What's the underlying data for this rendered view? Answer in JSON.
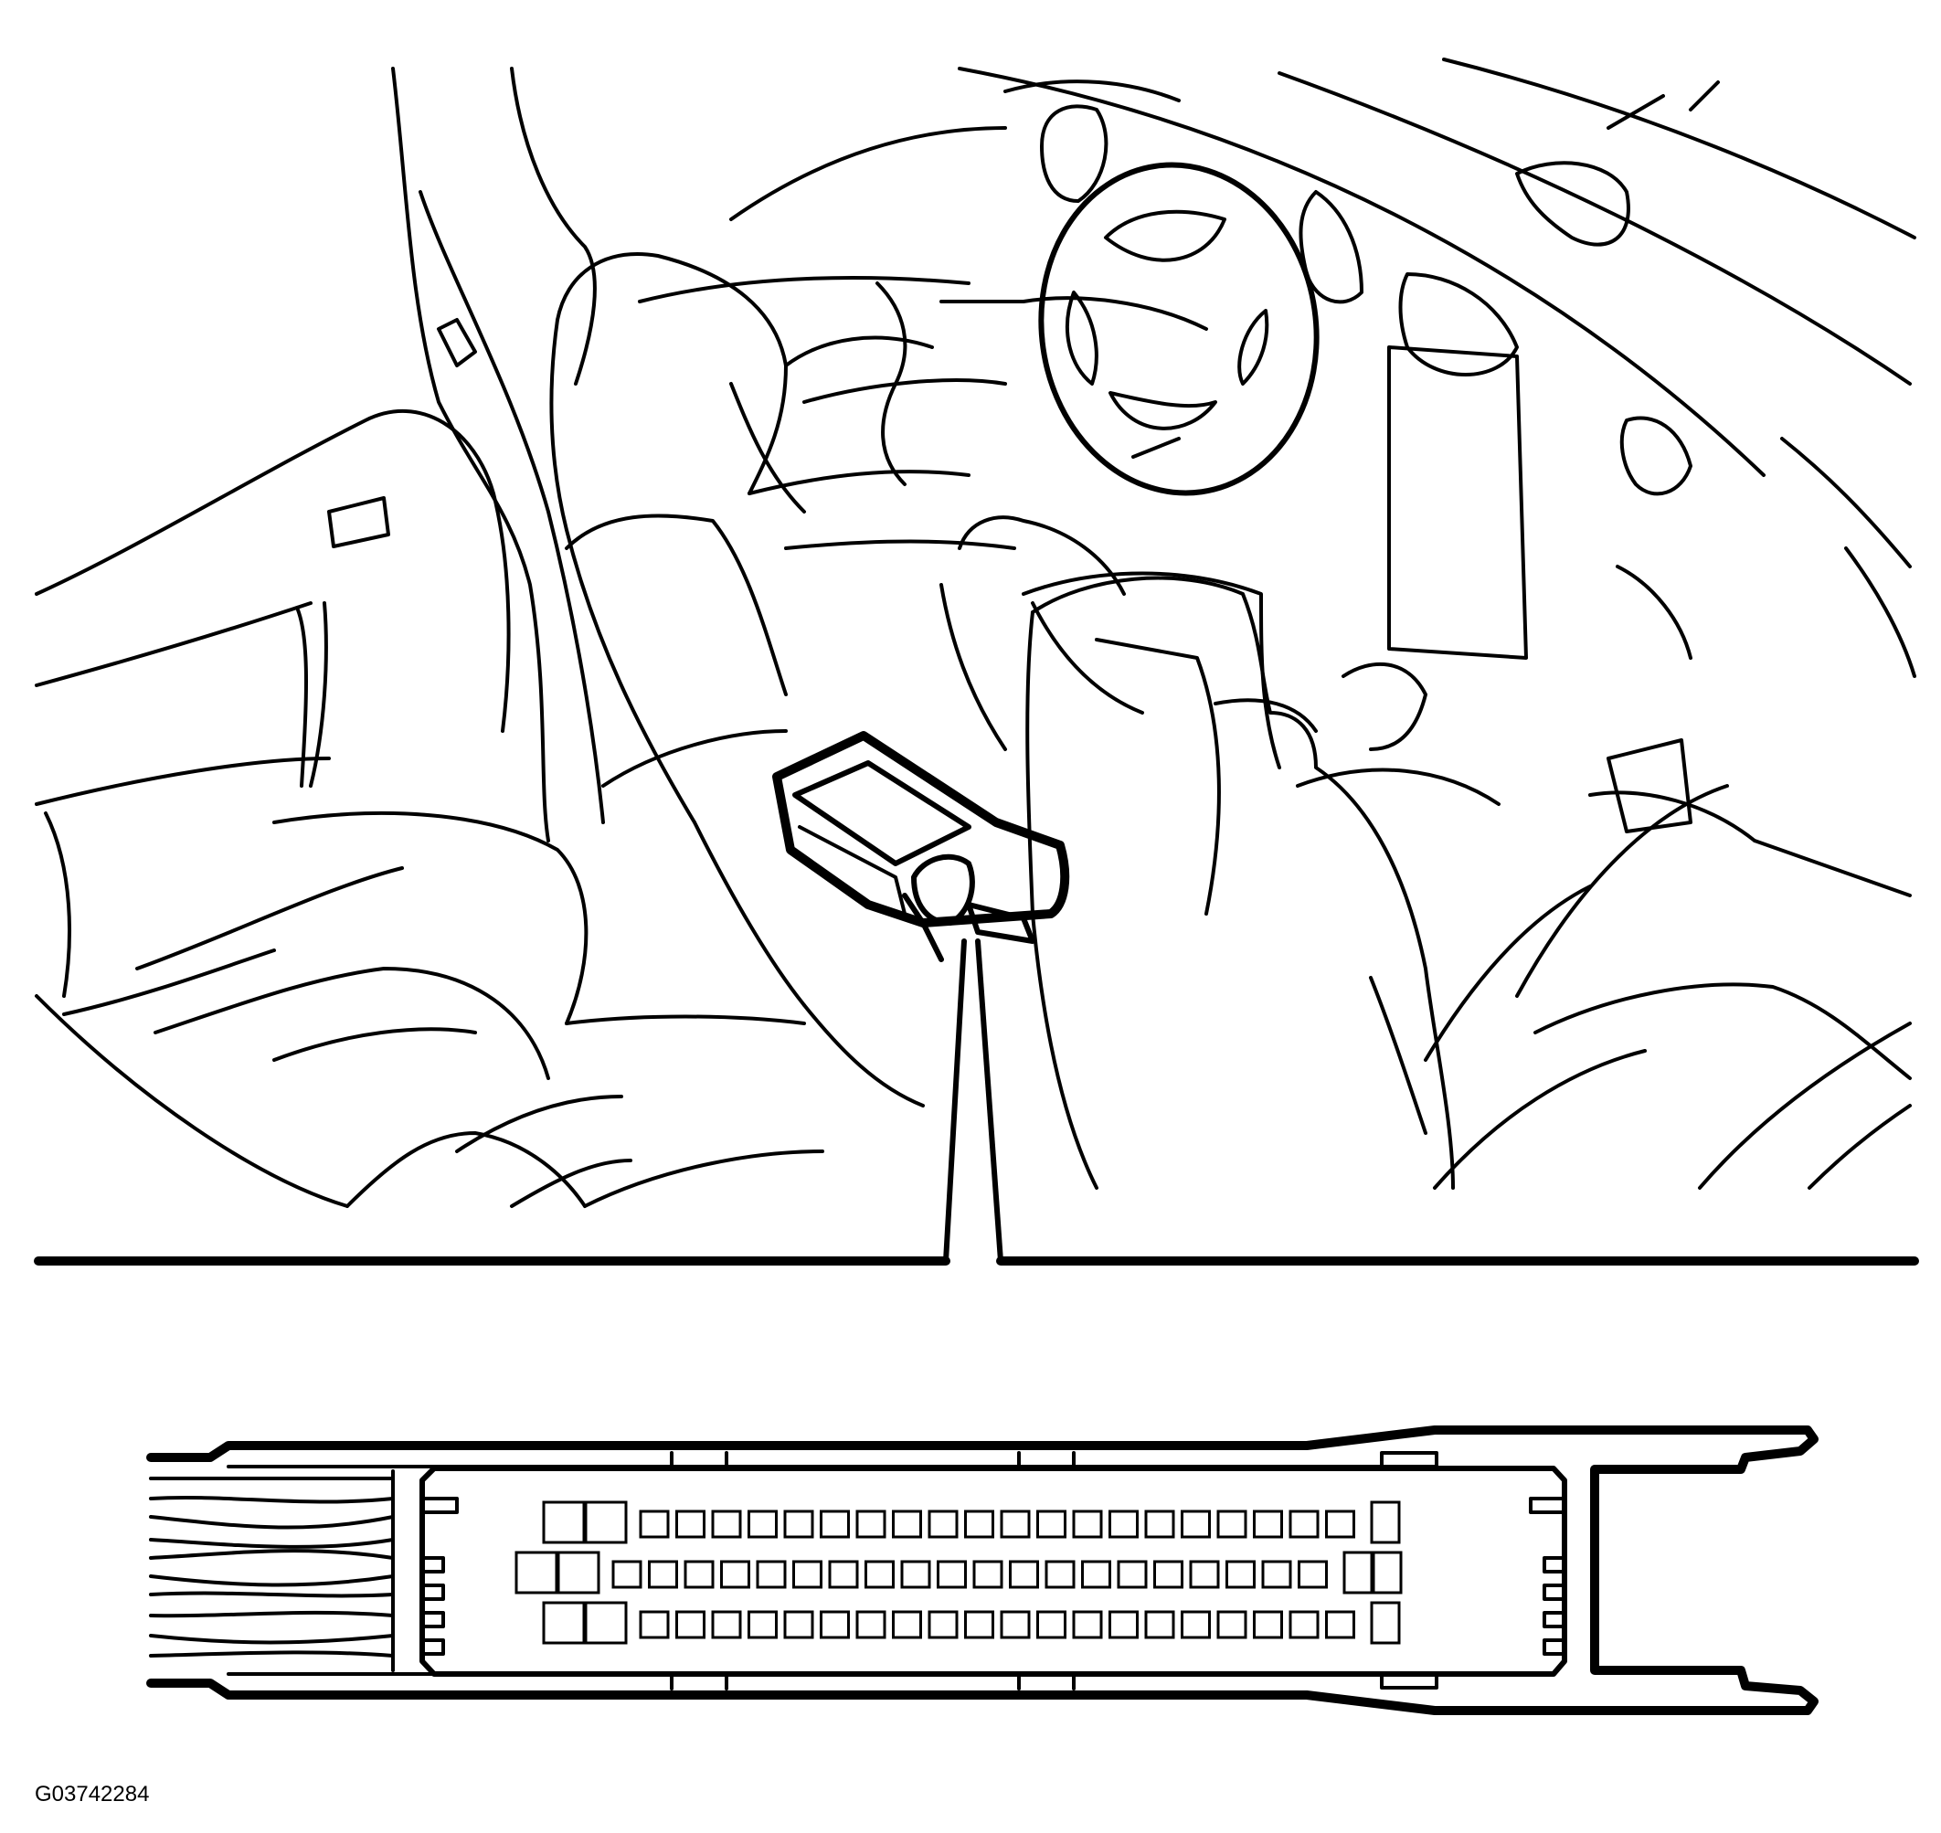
{
  "figure": {
    "id_label": "G03742284"
  },
  "colors": {
    "line": "#000000",
    "background": "#ffffff"
  },
  "connector": {
    "rows": [
      {
        "left_large": 2,
        "small": 20,
        "right_large": 1
      },
      {
        "left_large": 2,
        "small": 20,
        "right_large": 2
      },
      {
        "left_large": 2,
        "small": 20,
        "right_large": 1
      }
    ]
  }
}
